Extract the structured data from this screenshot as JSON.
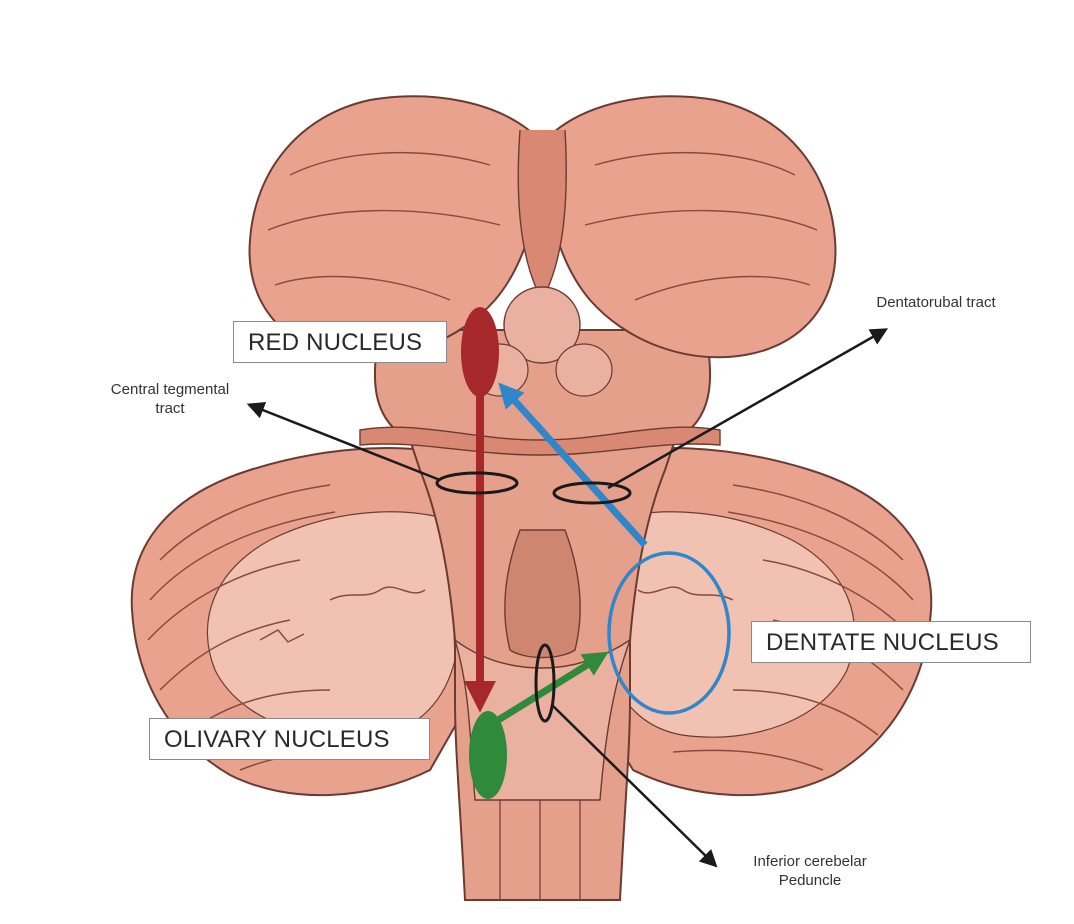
{
  "labels": {
    "red_nucleus": "RED NUCLEUS",
    "dentate_nucleus": "DENTATE NUCLEUS",
    "olivary_nucleus": "OLIVARY NUCLEUS",
    "dentatorubal_tract": "Dentatorubal tract",
    "central_tegmental_line1": "Central tegmental",
    "central_tegmental_line2": "tract",
    "inferior_peduncle_line1": "Inferior cerebelar",
    "inferior_peduncle_line2": "Peduncle"
  },
  "colors": {
    "tissue": "#e8a28e",
    "tissue_light": "#f1c2b2",
    "tissue_dark": "#d88873",
    "outline": "#6b3b32",
    "red_nucleus": "#a7282b",
    "blue_pathway": "#2f86c8",
    "green_pathway": "#2f8a3c",
    "pointer": "#1a1a1a"
  }
}
